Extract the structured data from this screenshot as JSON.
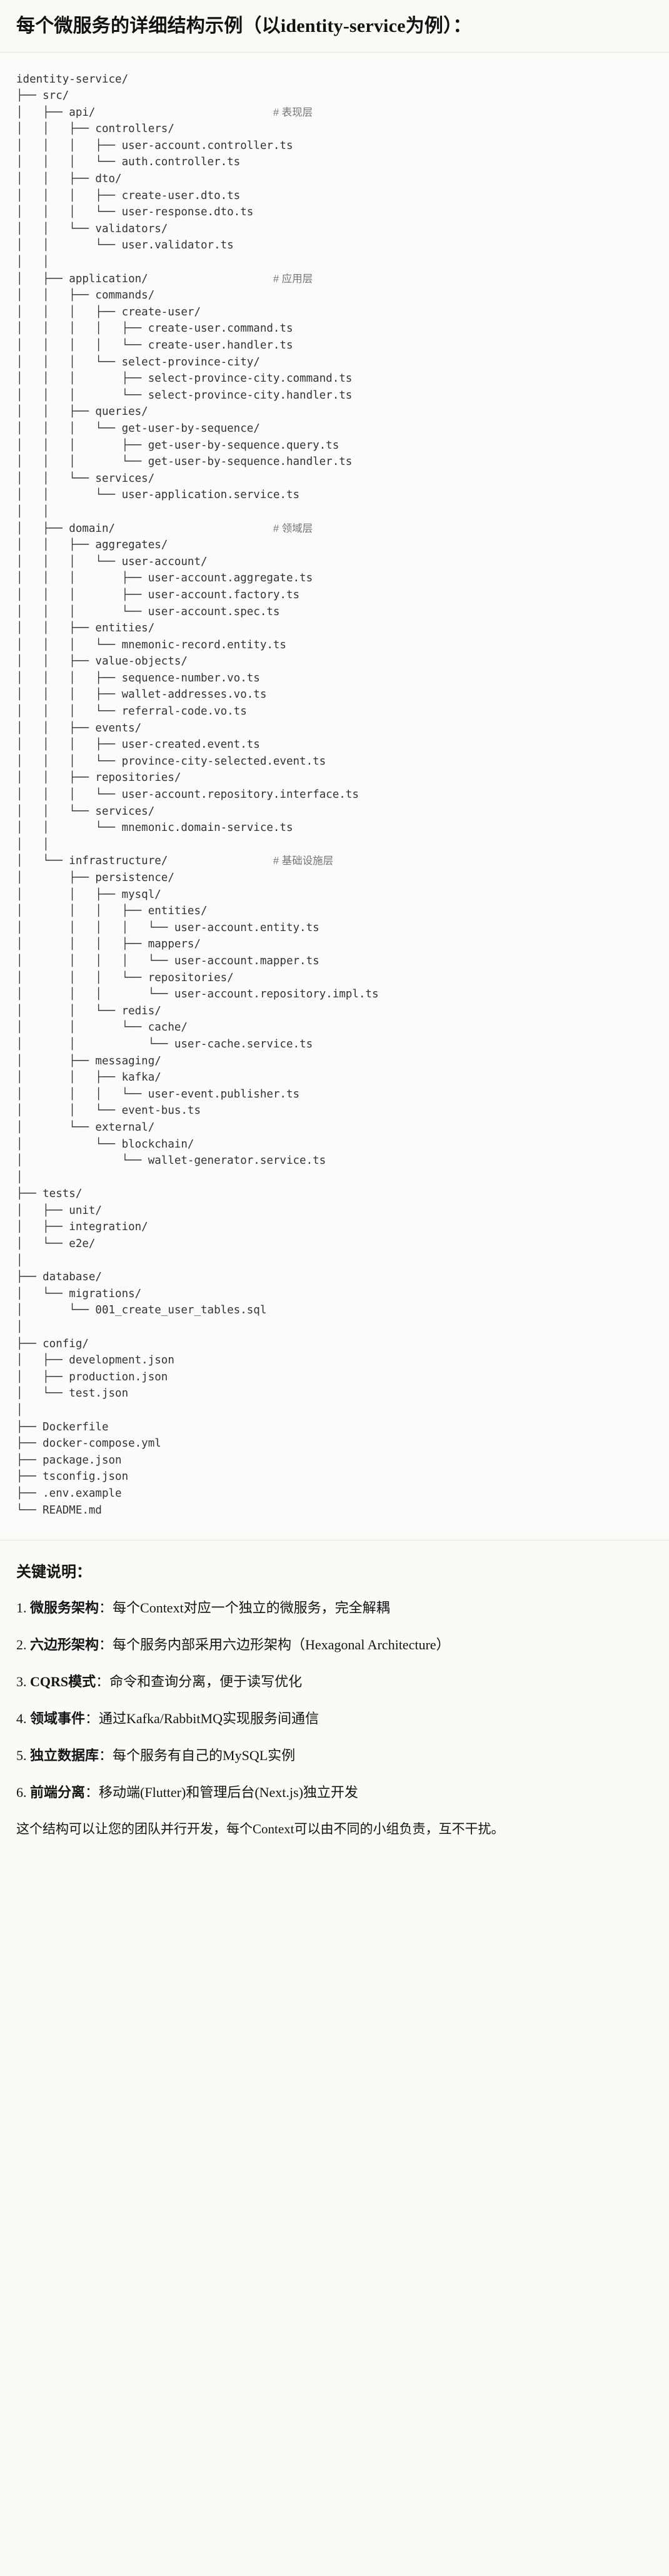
{
  "header": {
    "title": "每个微服务的详细结构示例（以identity-service为例）："
  },
  "tree": {
    "root": "identity-service/",
    "comments": {
      "api": "# 表现层",
      "application": "# 应用层",
      "domain": "# 领域层",
      "infrastructure": "# 基础设施层"
    },
    "text": "identity-service/\n├── src/\n│   ├── api/                           # 表现层\n│   │   ├── controllers/\n│   │   │   ├── user-account.controller.ts\n│   │   │   └── auth.controller.ts\n│   │   ├── dto/\n│   │   │   ├── create-user.dto.ts\n│   │   │   └── user-response.dto.ts\n│   │   └── validators/\n│   │       └── user.validator.ts\n│   │\n│   ├── application/                   # 应用层\n│   │   ├── commands/\n│   │   │   ├── create-user/\n│   │   │   │   ├── create-user.command.ts\n│   │   │   │   └── create-user.handler.ts\n│   │   │   └── select-province-city/\n│   │   │       ├── select-province-city.command.ts\n│   │   │       └── select-province-city.handler.ts\n│   │   ├── queries/\n│   │   │   └── get-user-by-sequence/\n│   │   │       ├── get-user-by-sequence.query.ts\n│   │   │       └── get-user-by-sequence.handler.ts\n│   │   └── services/\n│   │       └── user-application.service.ts\n│   │\n│   ├── domain/                        # 领域层\n│   │   ├── aggregates/\n│   │   │   └── user-account/\n│   │   │       ├── user-account.aggregate.ts\n│   │   │       ├── user-account.factory.ts\n│   │   │       └── user-account.spec.ts\n│   │   ├── entities/\n│   │   │   └── mnemonic-record.entity.ts\n│   │   ├── value-objects/\n│   │   │   ├── sequence-number.vo.ts\n│   │   │   ├── wallet-addresses.vo.ts\n│   │   │   └── referral-code.vo.ts\n│   │   ├── events/\n│   │   │   ├── user-created.event.ts\n│   │   │   └── province-city-selected.event.ts\n│   │   ├── repositories/\n│   │   │   └── user-account.repository.interface.ts\n│   │   └── services/\n│   │       └── mnemonic.domain-service.ts\n│   │\n│   └── infrastructure/                # 基础设施层\n│       ├── persistence/\n│       │   ├── mysql/\n│       │   │   ├── entities/\n│       │   │   │   └── user-account.entity.ts\n│       │   │   ├── mappers/\n│       │   │   │   └── user-account.mapper.ts\n│       │   │   └── repositories/\n│       │   │       └── user-account.repository.impl.ts\n│       │   └── redis/\n│       │       └── cache/\n│       │           └── user-cache.service.ts\n│       ├── messaging/\n│       │   ├── kafka/\n│       │   │   └── user-event.publisher.ts\n│       │   └── event-bus.ts\n│       └── external/\n│           └── blockchain/\n│               └── wallet-generator.service.ts\n│\n├── tests/\n│   ├── unit/\n│   ├── integration/\n│   └── e2e/\n│\n├── database/\n│   └── migrations/\n│       └── 001_create_user_tables.sql\n│\n├── config/\n│   ├── development.json\n│   ├── production.json\n│   └── test.json\n│\n├── Dockerfile\n├── docker-compose.yml\n├── package.json\n├── tsconfig.json\n├── .env.example\n└── README.md"
  },
  "notes": {
    "heading": "关键说明：",
    "items": [
      {
        "term": "微服务架构",
        "desc": "：每个Context对应一个独立的微服务，完全解耦"
      },
      {
        "term": "六边形架构",
        "desc": "：每个服务内部采用六边形架构（Hexagonal Architecture）"
      },
      {
        "term": "CQRS模式",
        "desc": "：命令和查询分离，便于读写优化"
      },
      {
        "term": "领域事件",
        "desc": "：通过Kafka/RabbitMQ实现服务间通信"
      },
      {
        "term": "独立数据库",
        "desc": "：每个服务有自己的MySQL实例"
      },
      {
        "term": "前端分离",
        "desc": "：移动端(Flutter)和管理后台(Next.js)独立开发"
      }
    ],
    "closing": "这个结构可以让您的团队并行开发，每个Context可以由不同的小组负责，互不干扰。"
  }
}
